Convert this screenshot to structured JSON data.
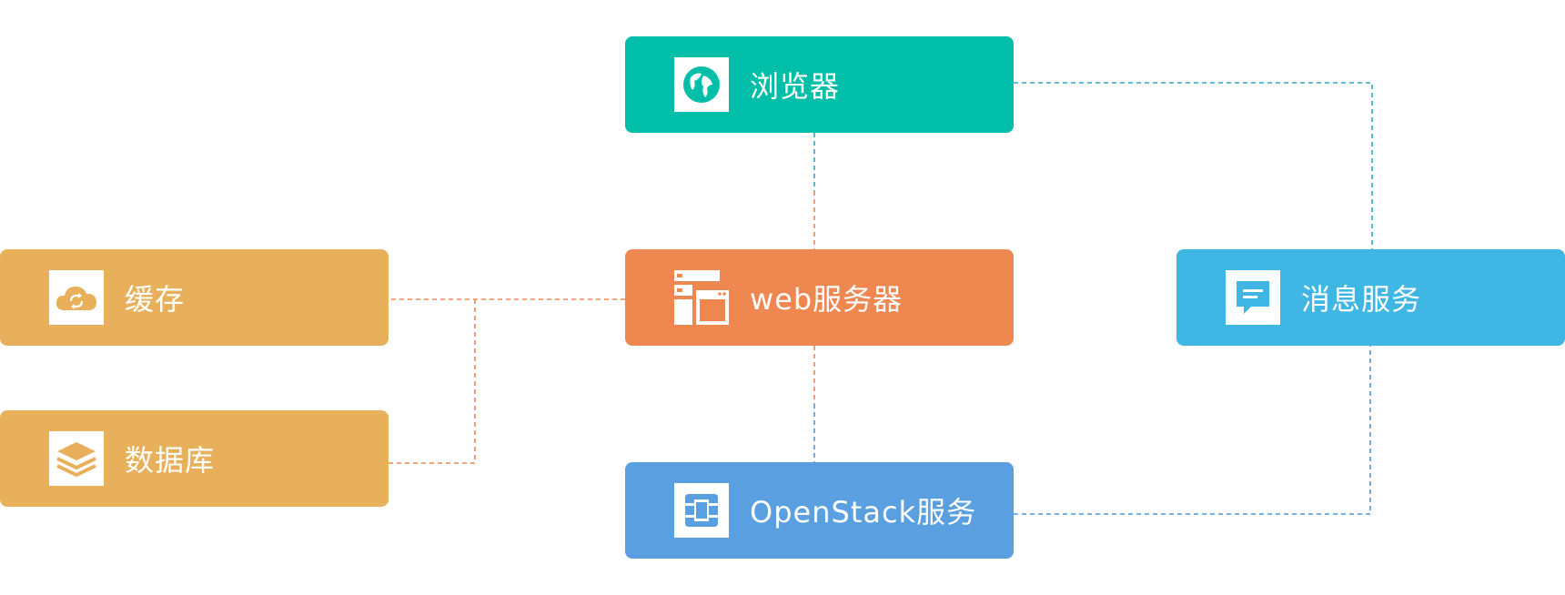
{
  "colors": {
    "browser": "#01BEA9",
    "web_server": "#EF8751",
    "openstack": "#5A9FDF",
    "cache": "#E9B05C",
    "database": "#E9B05C",
    "message": "#40B6E4",
    "line_top": "#2FA8C6",
    "line_orange": "#EF8751",
    "line_blue": "#4C97D8"
  },
  "nodes": {
    "browser": {
      "label": "浏览器",
      "icon": "globe-icon"
    },
    "web_server": {
      "label": "web服务器",
      "icon": "server-window-icon"
    },
    "openstack": {
      "label": "OpenStack服务",
      "icon": "openstack-icon"
    },
    "cache": {
      "label": "缓存",
      "icon": "cloud-sync-icon"
    },
    "database": {
      "label": "数据库",
      "icon": "layers-icon"
    },
    "message": {
      "label": "消息服务",
      "icon": "chat-bubble-icon"
    }
  }
}
